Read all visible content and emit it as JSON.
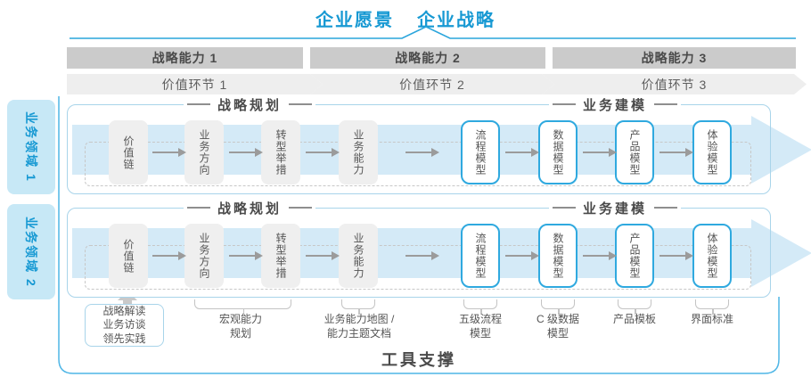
{
  "header": {
    "vision": "企业愿景",
    "strategy": "企业战略"
  },
  "capability_bars": [
    {
      "label": "战略能力 1"
    },
    {
      "label": "战略能力 2"
    },
    {
      "label": "战略能力 3"
    }
  ],
  "value_links": [
    {
      "label": "价值环节 1"
    },
    {
      "label": "价值环节 2"
    },
    {
      "label": "价值环节 3"
    }
  ],
  "domains": [
    {
      "label": "业务领域 1"
    },
    {
      "label": "业务领域 2"
    }
  ],
  "panels": [
    {
      "planning_title": "战略规划",
      "modeling_title": "业务建模",
      "gray_boxes": [
        "价值链",
        "业务方向",
        "转型举措",
        "业务能力"
      ],
      "blue_boxes": [
        "流程模型",
        "数据模型",
        "产品模型",
        "体验模型"
      ]
    },
    {
      "planning_title": "战略规划",
      "modeling_title": "业务建模",
      "gray_boxes": [
        "价值链",
        "业务方向",
        "转型举措",
        "业务能力"
      ],
      "blue_boxes": [
        "流程模型",
        "数据模型",
        "产品模型",
        "体验模型"
      ]
    }
  ],
  "annotations": {
    "practice_box": "战略解读\n业务访谈\n领先实践",
    "labels": [
      {
        "text": "宏观能力\n规划"
      },
      {
        "text": "业务能力地图 /\n能力主题文档"
      },
      {
        "text": "五级流程\n模型"
      },
      {
        "text": "C 级数据\n模型"
      },
      {
        "text": "产品模板"
      },
      {
        "text": "界面标准"
      }
    ]
  },
  "footer": {
    "tool_support": "工具支撑"
  },
  "colors": {
    "accent_blue": "#1799D3",
    "panel_border": "#A8D4EA",
    "box_border": "#2FA9DF",
    "container_border": "#4FB6E6",
    "bar_dark": "#CBCBCB",
    "bar_light": "#EEEEEE",
    "flow_band": "#D9ECF8",
    "box_gray": "#EFEFEF",
    "arrow_gray": "#9B9B9B"
  }
}
